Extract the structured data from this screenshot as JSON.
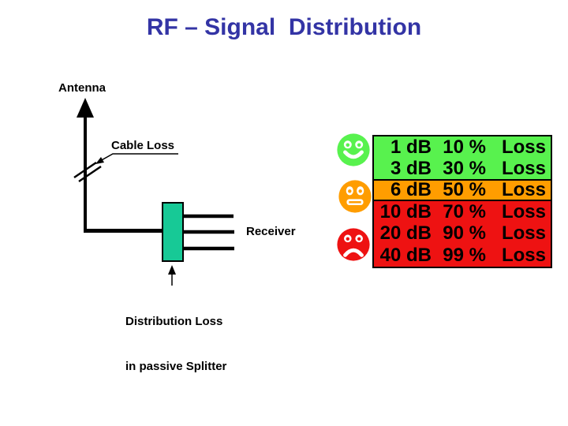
{
  "slide": {
    "title": "RF – Signal  Distribution",
    "title_color": "#3334A5",
    "background_color": "#FFFFFF"
  },
  "diagram": {
    "antenna_label": "Antenna",
    "cable_loss_label": "Cable Loss",
    "receiver_label": "Receiver",
    "splitter_caption_line1": "Distribution Loss",
    "splitter_caption_line2": "in passive Splitter",
    "splitter_color": "#17C996",
    "line_color": "#000000"
  },
  "smileys": [
    {
      "name": "happy-smiley",
      "mood": "happy",
      "color": "#58F24E"
    },
    {
      "name": "neutral-smiley",
      "mood": "neutral",
      "color": "#FF9D00"
    },
    {
      "name": "sad-smiley",
      "mood": "sad",
      "color": "#EE1212"
    }
  ],
  "loss_table": {
    "severity_colors": {
      "good": "#58F24E",
      "medium": "#FF9D00",
      "bad": "#EE1212"
    },
    "rows": [
      {
        "db": "1 dB",
        "percent": "10 %",
        "label": "Loss",
        "severity": "good"
      },
      {
        "db": "3 dB",
        "percent": "30 %",
        "label": "Loss",
        "severity": "good"
      },
      {
        "db": "6 dB",
        "percent": "50 %",
        "label": "Loss",
        "severity": "medium"
      },
      {
        "db": "10 dB",
        "percent": "70 %",
        "label": "Loss",
        "severity": "bad"
      },
      {
        "db": "20 dB",
        "percent": "90 %",
        "label": "Loss",
        "severity": "bad"
      },
      {
        "db": "40 dB",
        "percent": "99 %",
        "label": "Loss",
        "severity": "bad"
      }
    ]
  }
}
